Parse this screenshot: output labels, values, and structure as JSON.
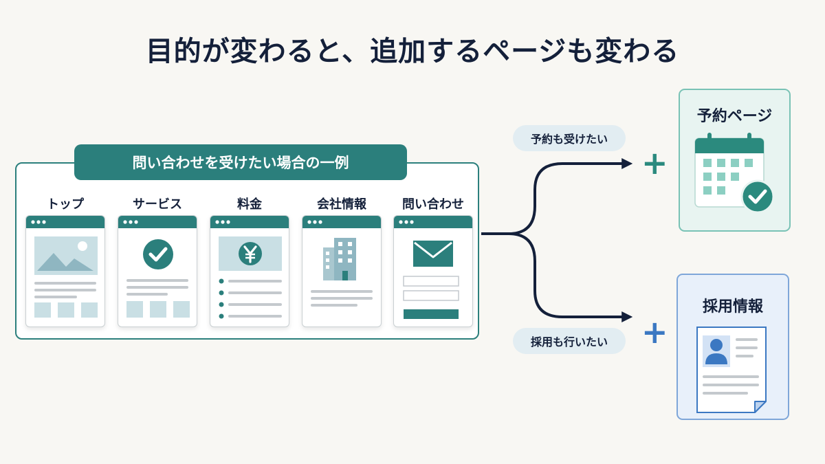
{
  "title": "目的が変わると、追加するページも変わる",
  "group": {
    "label": "問い合わせを受けたい場合の一例",
    "pages": [
      {
        "label": "トップ",
        "icon": "image-placeholder-icon"
      },
      {
        "label": "サービス",
        "icon": "check-circle-icon"
      },
      {
        "label": "料金",
        "icon": "yen-icon"
      },
      {
        "label": "会社情報",
        "icon": "building-icon"
      },
      {
        "label": "問い合わせ",
        "icon": "envelope-icon"
      }
    ]
  },
  "branches": [
    {
      "condition": "予約も受けたい",
      "result": "予約ページ",
      "icon": "calendar-check-icon",
      "color": "#2b8a7e"
    },
    {
      "condition": "採用も行いたい",
      "result": "採用情報",
      "icon": "resume-document-icon",
      "color": "#3b78c2"
    }
  ],
  "colors": {
    "teal": "#2b7f7c",
    "navy": "#14203a",
    "blue": "#3b78c2"
  }
}
